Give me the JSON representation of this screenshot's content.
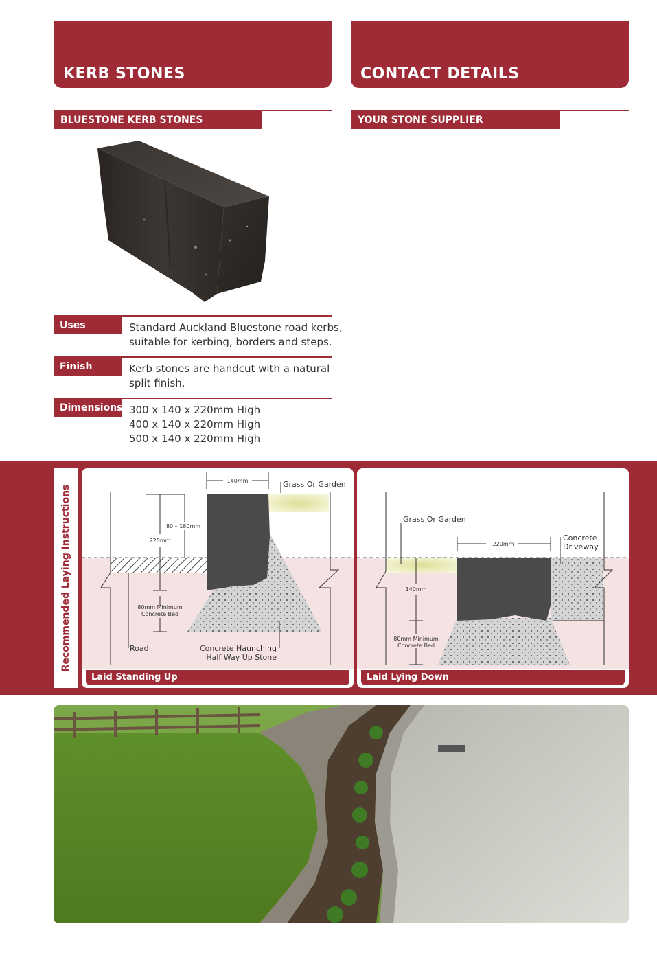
{
  "left_header": {
    "title": "KERB STONES"
  },
  "right_header": {
    "title": "CONTACT DETAILS"
  },
  "left_subheader": "BLUESTONE KERB STONES",
  "right_subheader": "YOUR STONE SUPPLIER",
  "specs": {
    "uses": {
      "label": "Uses",
      "lines": [
        "Standard Auckland Bluestone road kerbs,",
        "suitable for kerbing, borders and steps."
      ]
    },
    "finish": {
      "label": "Finish",
      "lines": [
        "Kerb stones are handcut with a natural",
        "split finish."
      ]
    },
    "dimensions": {
      "label": "Dimensions",
      "lines": [
        "300 x 140 x 220mm High",
        "400 x 140 x 220mm High",
        "500 x 140 x 220mm High"
      ]
    }
  },
  "instructions": {
    "side_title": "Recommended Laying Instructions",
    "standing": {
      "label": "Laid Standing Up",
      "dim_width": "140mm",
      "dim_height": "220mm",
      "dim_exposed": "80 – 180mm",
      "bed": [
        "80mm Minimum",
        "Concrete Bed"
      ],
      "grass": "Grass Or Garden",
      "road": "Road",
      "haunch": [
        "Concrete Haunching",
        "Half Way Up Stone"
      ]
    },
    "lying": {
      "label": "Laid Lying Down",
      "grass": "Grass Or Garden",
      "dim_width": "220mm",
      "dim_height": "140mm",
      "concrete": [
        "Concrete",
        "Driveway"
      ],
      "bed": [
        "80mm Minimum",
        "Concrete Bed"
      ]
    }
  },
  "colors": {
    "brand": "#9e2b36",
    "stone": "#4a4a4a",
    "concrete": "#d4d4d4",
    "ground": "#f5e3e3",
    "grass": "#e6e6a8"
  }
}
